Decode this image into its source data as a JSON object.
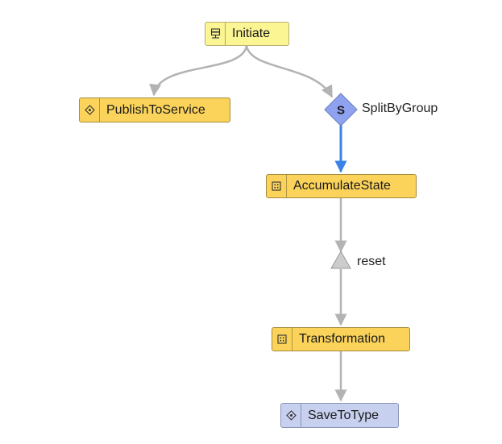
{
  "colors": {
    "edge": "#b3b3b3",
    "edge_highlight": "#3b82e6",
    "task_fill": "#fbd35a",
    "start_fill": "#fbf593",
    "end_fill": "#c7d0ef",
    "split_fill": "#8fa2ef",
    "join_fill": "#cccccc"
  },
  "nodes": {
    "initiate": {
      "label": "Initiate",
      "icon": "server-icon"
    },
    "publish": {
      "label": "PublishToService",
      "icon": "diamond-target-icon"
    },
    "accumulate": {
      "label": "AccumulateState",
      "icon": "grid-square-icon"
    },
    "transformation": {
      "label": "Transformation",
      "icon": "grid-square-icon"
    },
    "save": {
      "label": "SaveToType",
      "icon": "diamond-target-icon"
    }
  },
  "split": {
    "glyph": "S",
    "label": "SplitByGroup"
  },
  "join": {
    "label": "reset"
  }
}
